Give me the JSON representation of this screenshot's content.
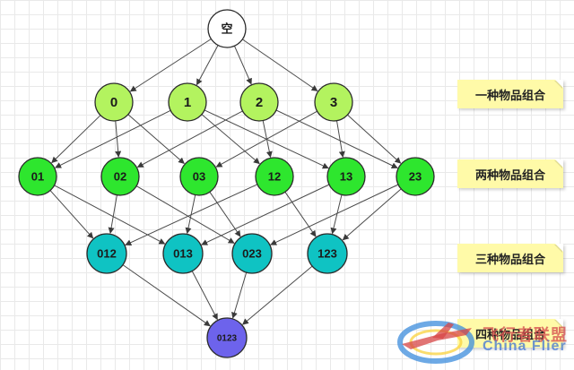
{
  "diagram": {
    "root": "空",
    "level1": [
      "0",
      "1",
      "2",
      "3"
    ],
    "level2": [
      "01",
      "02",
      "03",
      "12",
      "13",
      "23"
    ],
    "level3": [
      "012",
      "013",
      "023",
      "123"
    ],
    "level4": [
      "0123"
    ],
    "edges": [
      [
        "空",
        "0"
      ],
      [
        "空",
        "1"
      ],
      [
        "空",
        "2"
      ],
      [
        "空",
        "3"
      ],
      [
        "0",
        "01"
      ],
      [
        "0",
        "02"
      ],
      [
        "0",
        "03"
      ],
      [
        "1",
        "01"
      ],
      [
        "1",
        "12"
      ],
      [
        "1",
        "13"
      ],
      [
        "2",
        "02"
      ],
      [
        "2",
        "12"
      ],
      [
        "2",
        "23"
      ],
      [
        "3",
        "03"
      ],
      [
        "3",
        "13"
      ],
      [
        "3",
        "23"
      ],
      [
        "01",
        "012"
      ],
      [
        "01",
        "013"
      ],
      [
        "02",
        "012"
      ],
      [
        "02",
        "023"
      ],
      [
        "03",
        "013"
      ],
      [
        "03",
        "023"
      ],
      [
        "12",
        "012"
      ],
      [
        "12",
        "123"
      ],
      [
        "13",
        "013"
      ],
      [
        "13",
        "123"
      ],
      [
        "23",
        "023"
      ],
      [
        "23",
        "123"
      ],
      [
        "012",
        "0123"
      ],
      [
        "013",
        "0123"
      ],
      [
        "023",
        "0123"
      ],
      [
        "123",
        "0123"
      ]
    ],
    "colors": {
      "root": "#ffffff",
      "level1": "#b3f35f",
      "level2": "#2ee62e",
      "level3": "#0fc3c3",
      "level4": "#6d63ec"
    }
  },
  "notes": {
    "one": "一种物品组合",
    "two": "两种物品组合",
    "three": "三种物品组合",
    "four": "四种物品组合"
  },
  "watermark": {
    "text": "飞行者联盟",
    "sub": "China Flier"
  }
}
